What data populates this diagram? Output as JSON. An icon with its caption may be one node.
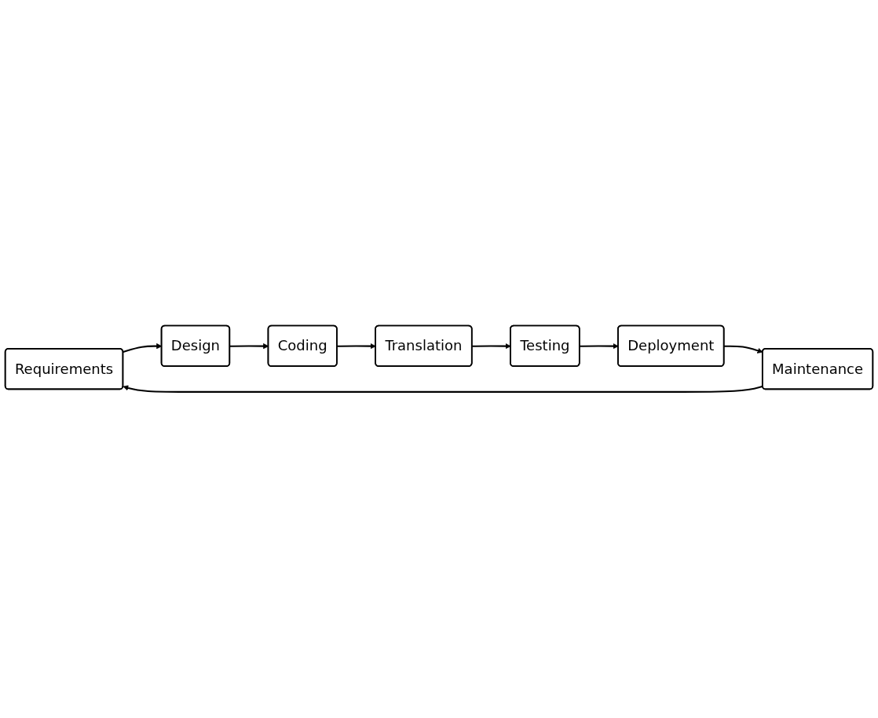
{
  "diagram": {
    "nodes": [
      {
        "text": [
          "Requirements"
        ]
      },
      {
        "text": [
          "Design"
        ]
      },
      {
        "text": [
          "Coding"
        ]
      },
      {
        "text": [
          "Translation"
        ]
      },
      {
        "text": [
          "Testing"
        ]
      },
      {
        "text": [
          "Deployment"
        ]
      },
      {
        "text": [
          "Maintenance"
        ]
      }
    ],
    "edges": [
      {
        "from": 0,
        "to": 1,
        "arrow": "to"
      },
      {
        "from": 1,
        "to": 2,
        "arrow": "to"
      },
      {
        "from": 2,
        "to": 3,
        "arrow": "to"
      },
      {
        "from": 3,
        "to": 4,
        "arrow": "to"
      },
      {
        "from": 4,
        "to": 5,
        "arrow": "to"
      },
      {
        "from": 5,
        "to": 6,
        "arrow": "to"
      },
      {
        "from": 6,
        "to": 0,
        "arrow": "to"
      }
    ]
  }
}
